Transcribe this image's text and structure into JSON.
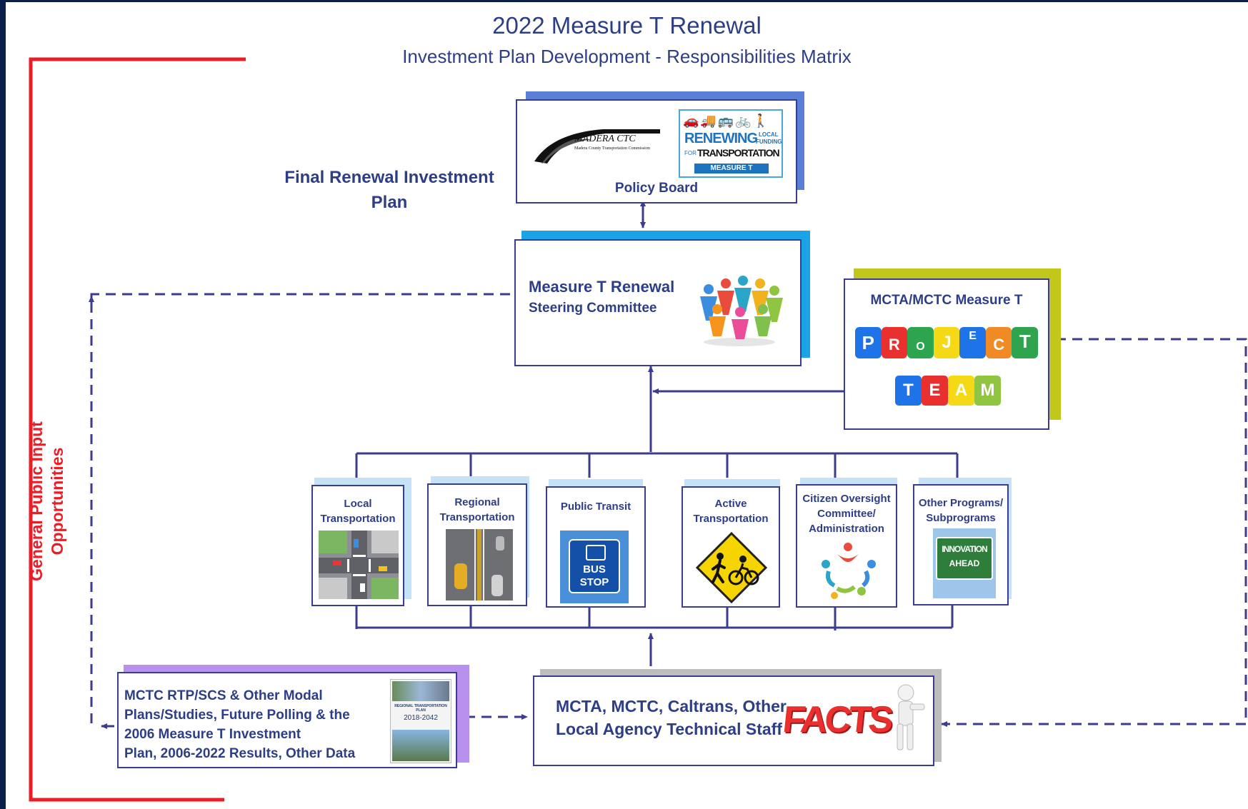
{
  "title": "2022 Measure T Renewal",
  "subtitle": "Investment Plan Development - Responsibilities Matrix",
  "side_label": [
    "General Public Input",
    "Opportunities"
  ],
  "final_plan_label": [
    "Final Renewal Investment",
    "Plan"
  ],
  "policy_board": {
    "label": "Policy Board",
    "madera_logo": {
      "name": "MADERA CTC",
      "tagline": "Madera County Transportation Commission"
    },
    "renewing_logo": {
      "big": "RENEWING",
      "small_top": "LOCAL",
      "small_bottom": "FUNDING",
      "for": "FOR",
      "word": "TRANSPORTATION",
      "badge": "MEASURE T"
    }
  },
  "steering_committee": {
    "line1": "Measure T Renewal",
    "line2": "Steering Committee"
  },
  "project_team": {
    "title": "MCTA/MCTC Measure T",
    "word1": [
      "P",
      "R",
      "O",
      "J",
      "E",
      "C",
      "T"
    ],
    "word2": [
      "T",
      "E",
      "A",
      "M"
    ]
  },
  "subcommittees": [
    {
      "label": [
        "Local",
        "Transportation"
      ]
    },
    {
      "label": [
        "Regional",
        "Transportation"
      ]
    },
    {
      "label": [
        "Public Transit"
      ],
      "sign": [
        "BUS",
        "STOP"
      ]
    },
    {
      "label": [
        "Active",
        "Transportation"
      ]
    },
    {
      "label": [
        "Citizen Oversight",
        "Committee/",
        "Administration"
      ]
    },
    {
      "label": [
        "Other Programs/",
        "Subprograms"
      ],
      "sign": [
        "INNOVATION",
        "AHEAD"
      ]
    }
  ],
  "rtp_box": {
    "lines": [
      "MCTC RTP/SCS & Other Modal",
      "Plans/Studies, Future Polling & the",
      "2006 Measure T  Investment",
      "Plan, 2006-2022 Results, Other Data"
    ],
    "cover": {
      "title": "REGIONAL TRANSPORTATION PLAN",
      "years": "2018-2042"
    }
  },
  "tech_staff": {
    "line1": "MCTA, MCTC, Caltrans, Other",
    "line2": "Local Agency Technical Staff",
    "facts": "FACTS"
  },
  "colors": {
    "navy": "#3b3b8f",
    "text": "#2d3e87",
    "red": "#ee1c25",
    "policy_shadow": "#5b7fd6",
    "steering_shadow": "#1aa3e6",
    "team_shadow": "#c2c71c",
    "rtp_shadow": "#b890ee",
    "tech_shadow": "#bdbdbd"
  }
}
